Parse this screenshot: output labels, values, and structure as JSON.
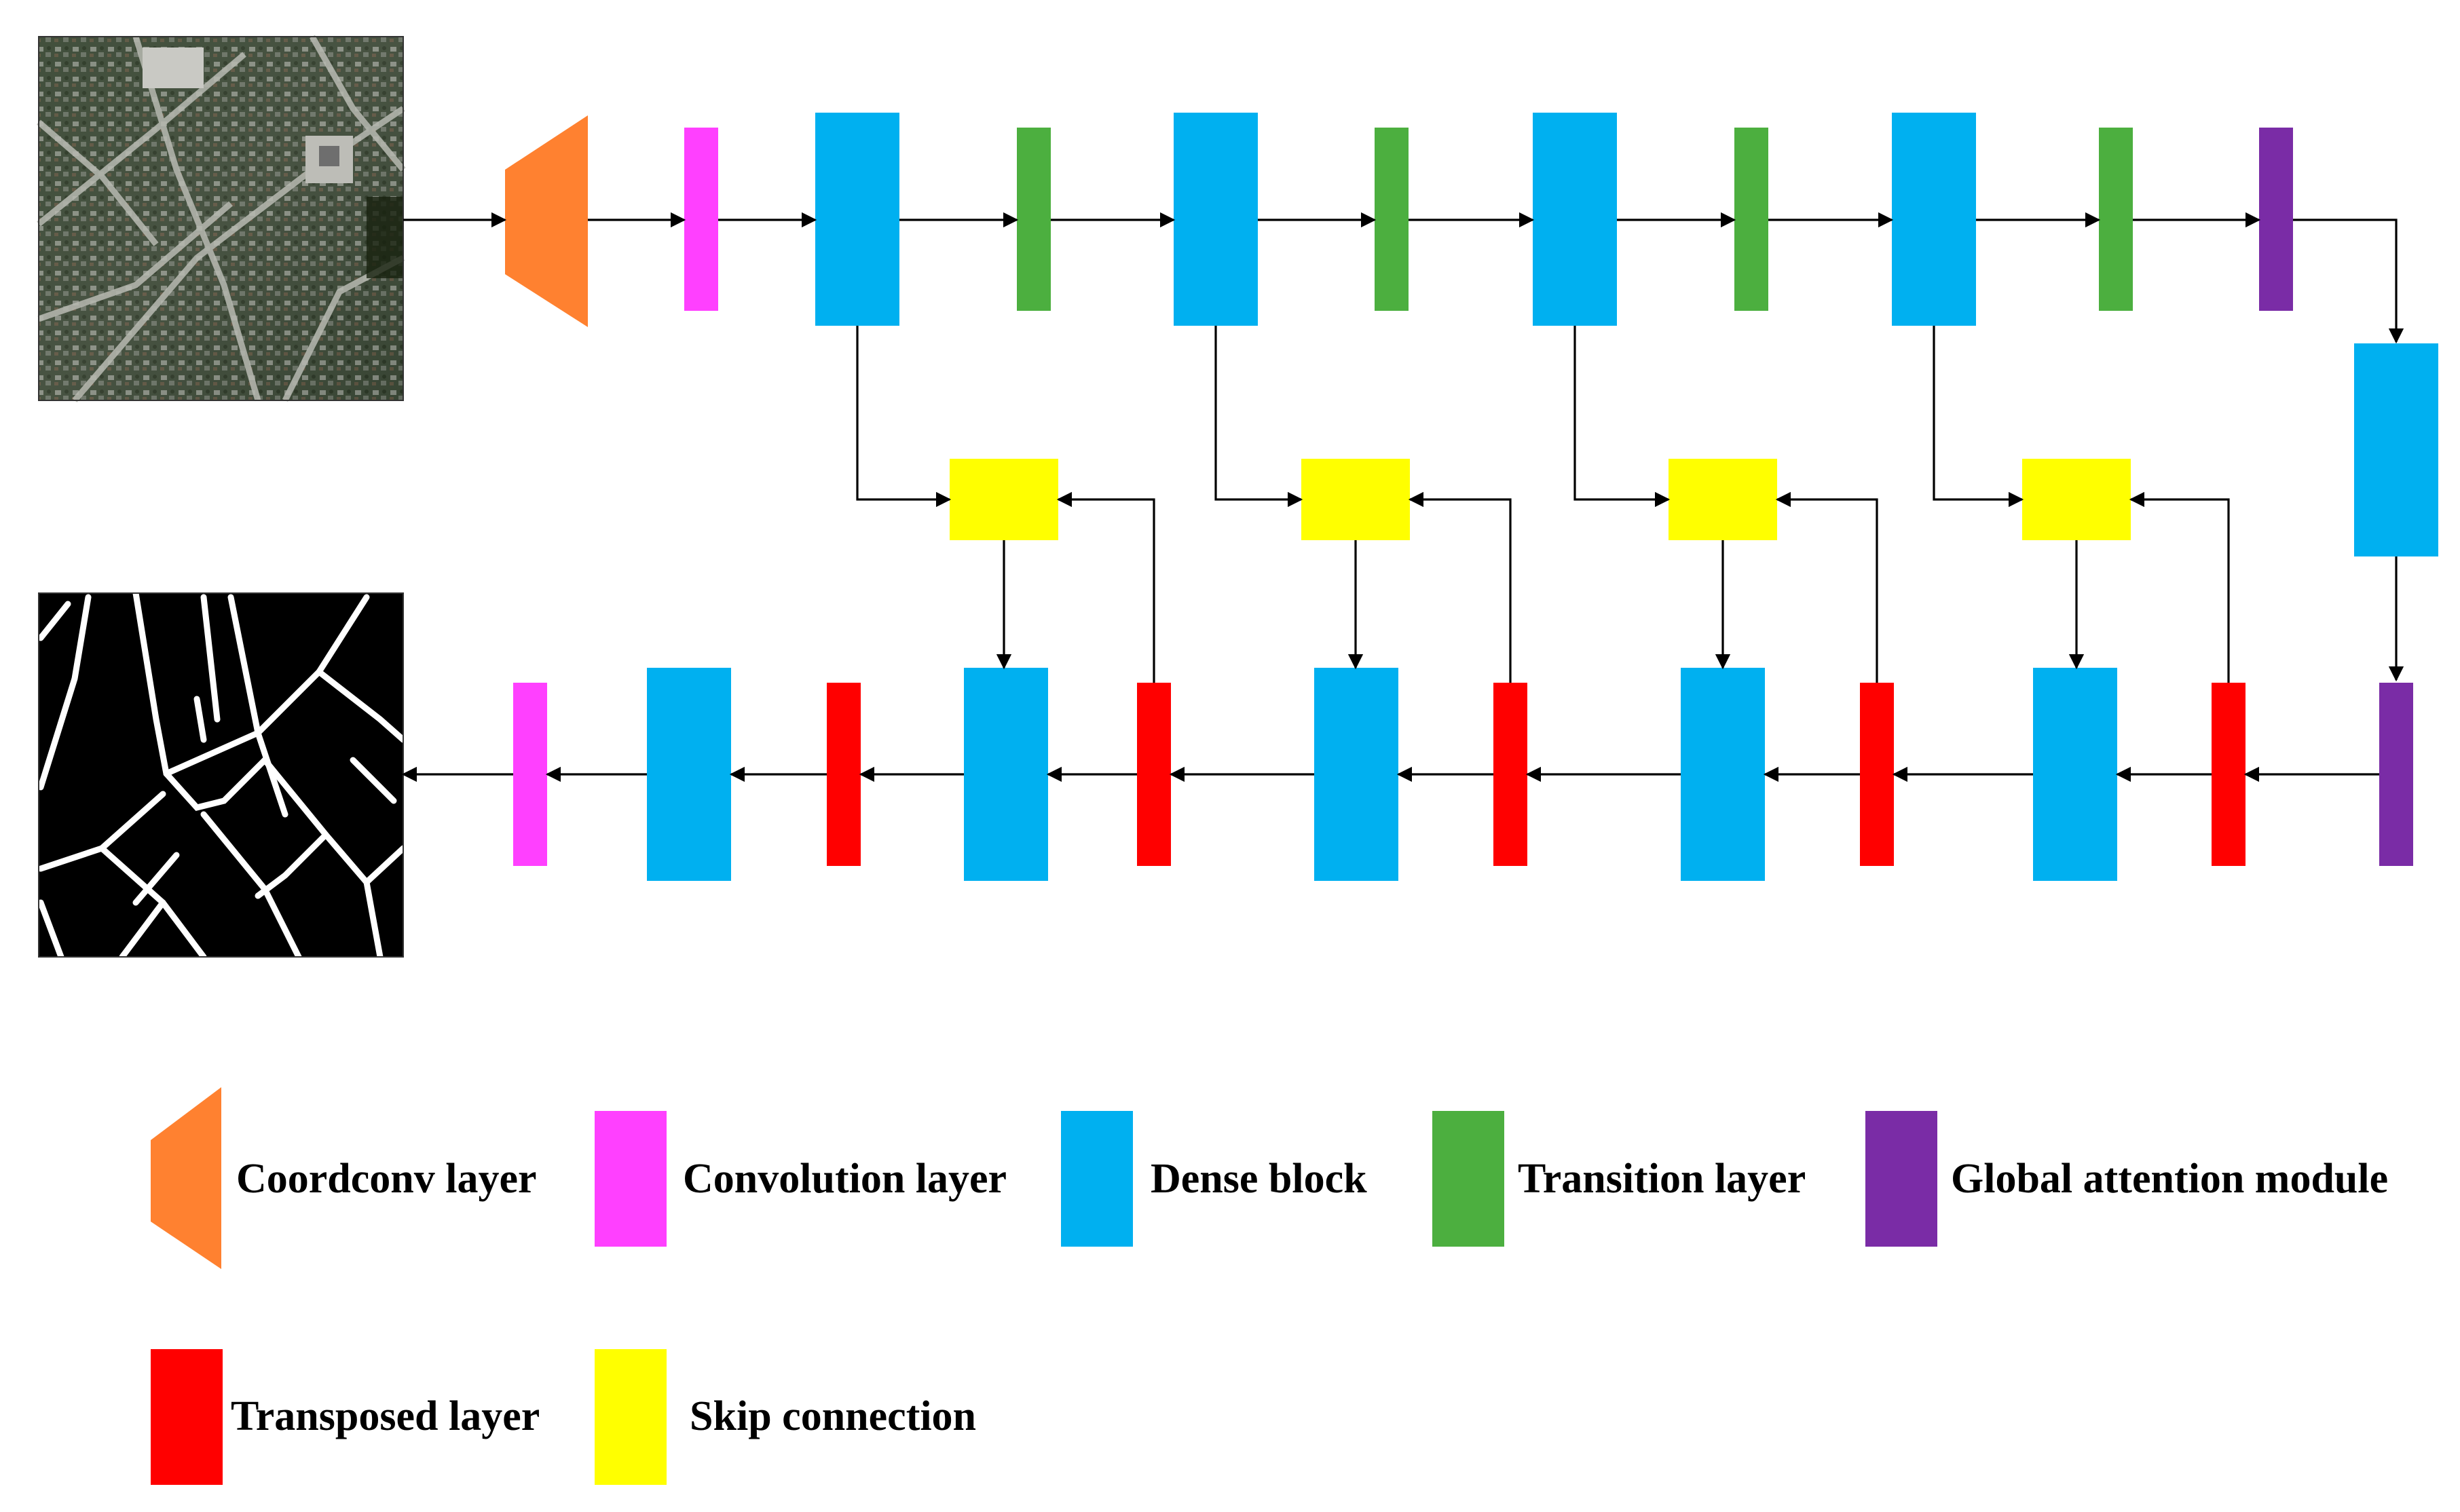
{
  "colors": {
    "coordconv": "#FF8130",
    "convolution": "#FF40FF",
    "dense": "#00B0F0",
    "transition": "#4CAF3F",
    "attention": "#7A2CA6",
    "transposed": "#FF0000",
    "skip": "#FFFF00",
    "arrow": "#000000",
    "road_bg": "#000000",
    "road_line": "#FFFFFF"
  },
  "images": {
    "input": "aerial-satellite-image",
    "output": "road-segmentation-mask"
  },
  "legend": [
    {
      "key": "coordconv",
      "label": "Coordconv layer"
    },
    {
      "key": "convolution",
      "label": "Convolution layer"
    },
    {
      "key": "dense",
      "label": "Dense block"
    },
    {
      "key": "transition",
      "label": "Transition layer"
    },
    {
      "key": "attention",
      "label": "Global attention module"
    },
    {
      "key": "transposed",
      "label": "Transposed layer"
    },
    {
      "key": "skip",
      "label": "Skip connection"
    }
  ],
  "encoder": [
    "coordconv",
    "convolution",
    "dense",
    "transition",
    "dense",
    "transition",
    "dense",
    "transition",
    "dense",
    "transition",
    "attention"
  ],
  "bottleneck": [
    "dense",
    "attention"
  ],
  "decoder": [
    "transposed",
    "dense",
    "transposed",
    "dense",
    "transposed",
    "dense",
    "transposed",
    "dense",
    "transposed",
    "dense",
    "convolution"
  ],
  "skip_connections": 4
}
